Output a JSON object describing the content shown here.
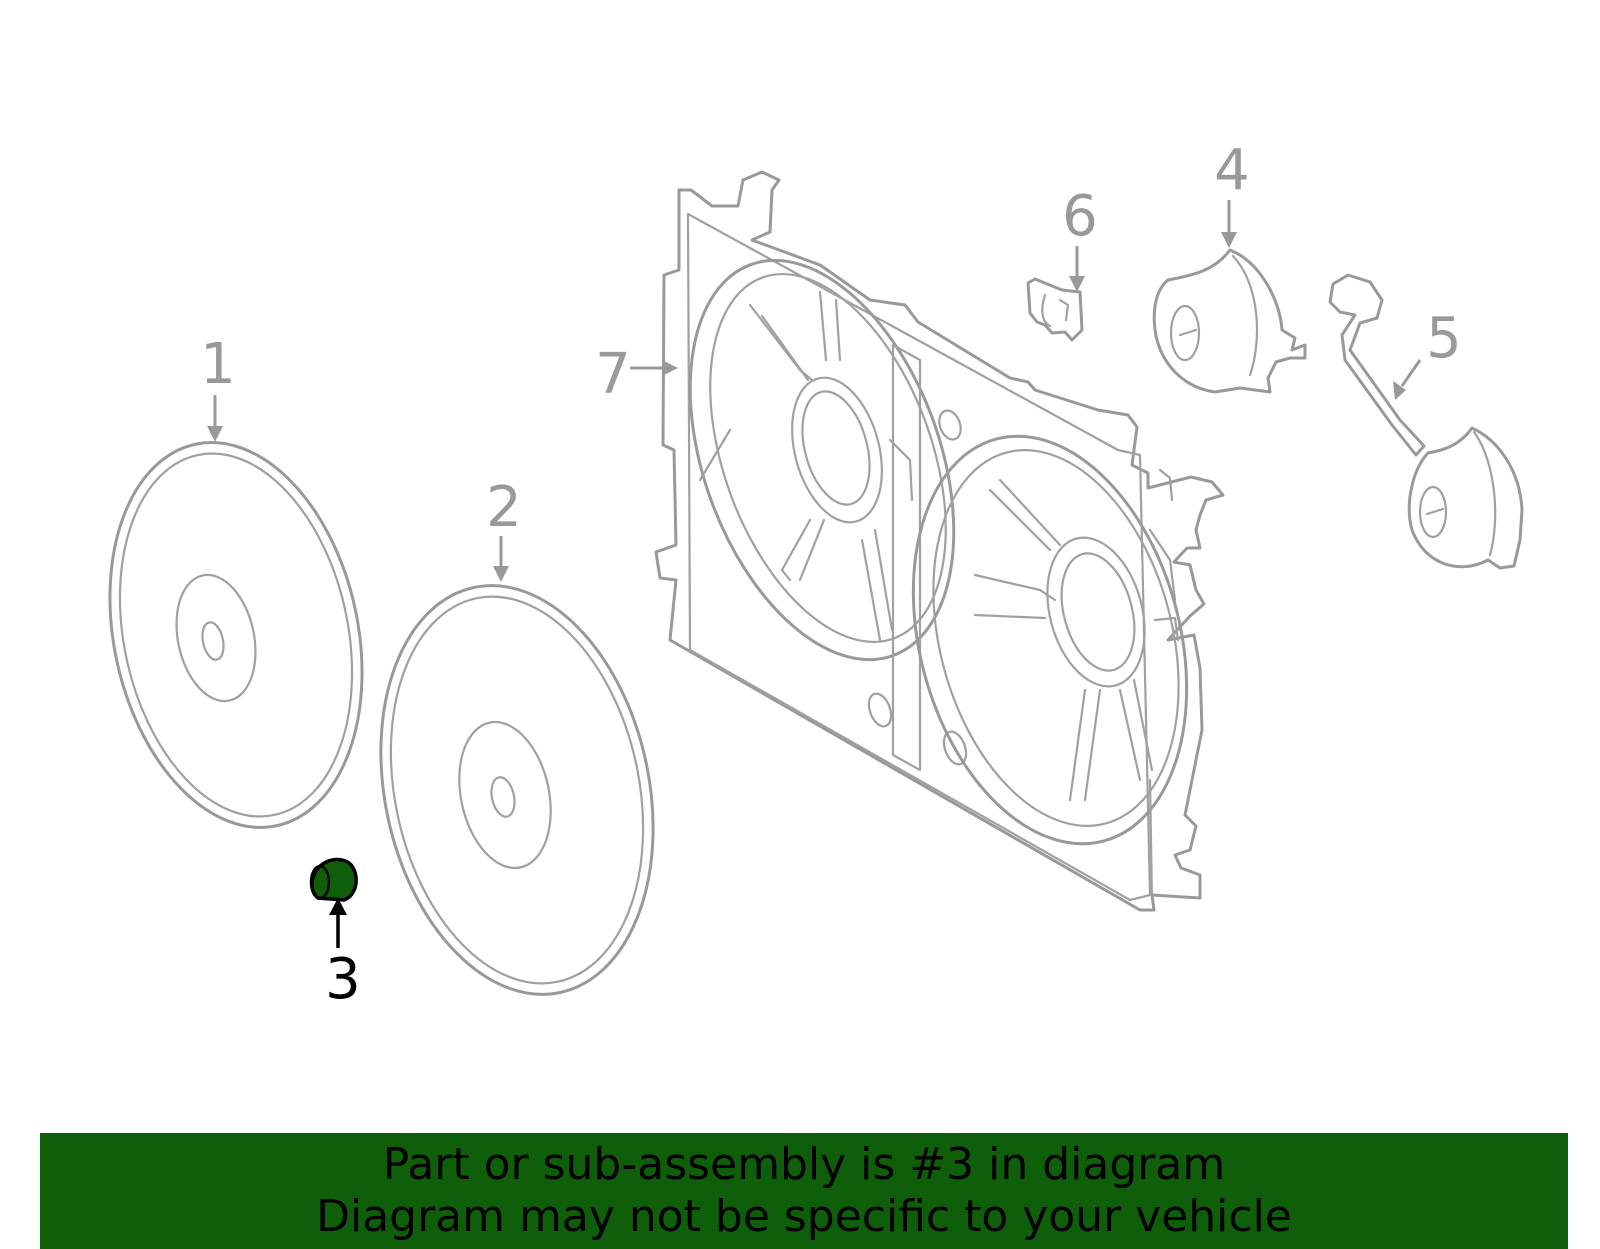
{
  "colors": {
    "highlight": "#0f5e0a",
    "line": "#999999",
    "active_label": "#000000"
  },
  "callouts": {
    "c1": "1",
    "c2": "2",
    "c3": "3",
    "c4": "4",
    "c5": "5",
    "c6": "6",
    "c7": "7"
  },
  "highlighted_part": "3",
  "banner": {
    "line1": "Part or sub-assembly is #3 in diagram",
    "line2": "Diagram may not be specific to your vehicle"
  }
}
